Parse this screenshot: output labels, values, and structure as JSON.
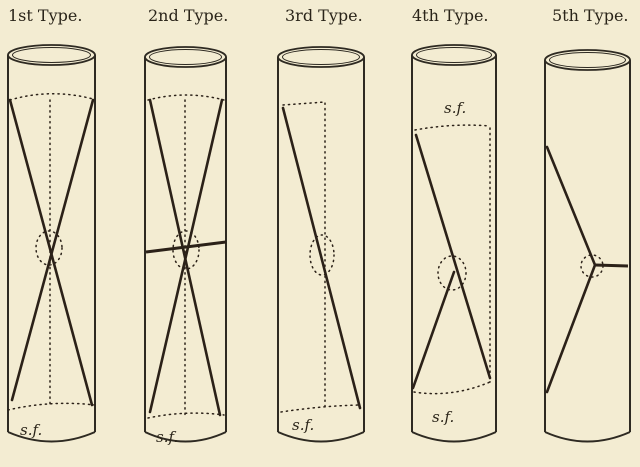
{
  "figure": {
    "types": [
      {
        "title": "1st Type.",
        "labels": [
          "s.f."
        ]
      },
      {
        "title": "2nd Type.",
        "labels": [
          "s.f."
        ]
      },
      {
        "title": "3rd Type.",
        "labels": [
          "s.f."
        ]
      },
      {
        "title": "4th Type.",
        "labels": [
          "s.f.",
          "s.f."
        ]
      },
      {
        "title": "5th Type.",
        "labels": []
      }
    ]
  },
  "colors": {
    "paper": "#f3ecd2",
    "ink": "#2b2118"
  }
}
